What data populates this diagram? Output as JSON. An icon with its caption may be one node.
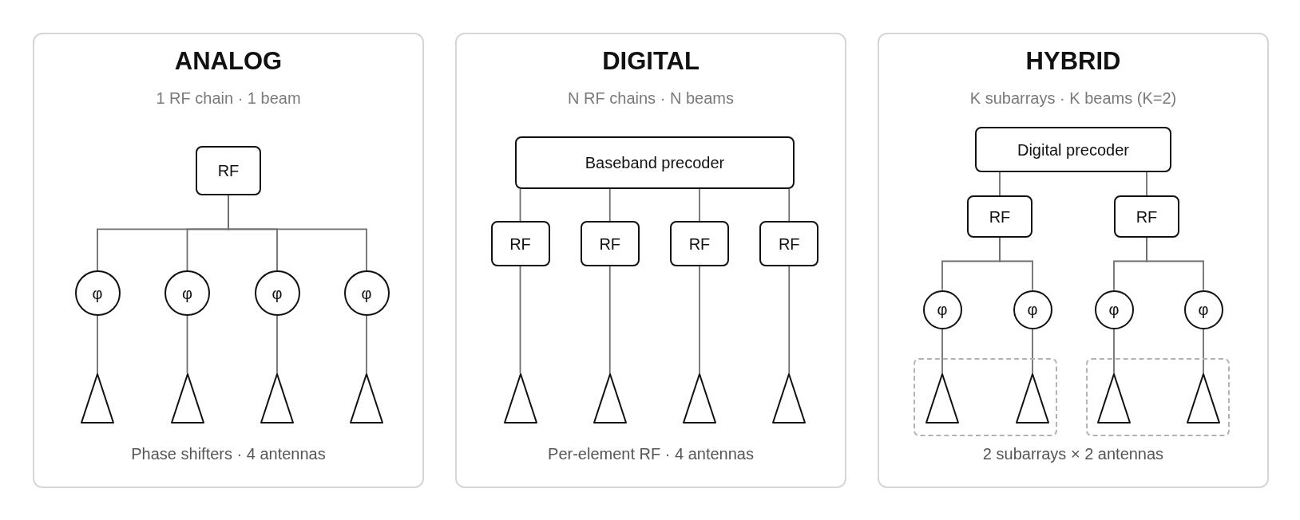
{
  "diagram": {
    "nodes": [
      {
        "text": [
          "ANALOG",
          "1 RF chain · 1 beam",
          "Phase shifters · 4 antennas"
        ]
      },
      {
        "text": [
          "RF"
        ],
        "in": 0
      },
      {
        "text": [
          "φ"
        ],
        "in": 0
      },
      {
        "text": [
          "φ"
        ],
        "in": 0
      },
      {
        "text": [
          "φ"
        ],
        "in": 0
      },
      {
        "text": [
          "φ"
        ],
        "in": 0
      },
      {
        "text": [],
        "shape": "triangle",
        "in": 0
      },
      {
        "text": [],
        "shape": "triangle",
        "in": 0
      },
      {
        "text": [],
        "shape": "triangle",
        "in": 0
      },
      {
        "text": [],
        "shape": "triangle",
        "in": 0
      },
      {
        "text": [
          "DIGITAL",
          "N RF chains · N beams",
          "Per-element RF · 4 antennas"
        ]
      },
      {
        "text": [
          "Baseband precoder"
        ],
        "in": 10
      },
      {
        "text": [
          "RF"
        ],
        "in": 10
      },
      {
        "text": [
          "RF"
        ],
        "in": 10
      },
      {
        "text": [
          "RF"
        ],
        "in": 10
      },
      {
        "text": [
          "RF"
        ],
        "in": 10
      },
      {
        "text": [],
        "shape": "triangle",
        "in": 10
      },
      {
        "text": [],
        "shape": "triangle",
        "in": 10
      },
      {
        "text": [],
        "shape": "triangle",
        "in": 10
      },
      {
        "text": [],
        "shape": "triangle",
        "in": 10
      },
      {
        "text": [
          "HYBRID",
          "K subarrays · K beams (K=2)",
          "2 subarrays × 2 antennas"
        ]
      },
      {
        "text": [
          "Digital precoder"
        ],
        "in": 20
      },
      {
        "text": [
          "RF"
        ],
        "in": 20
      },
      {
        "text": [
          "RF"
        ],
        "in": 20
      },
      {
        "text": [
          "φ"
        ],
        "in": 20
      },
      {
        "text": [
          "φ"
        ],
        "in": 20
      },
      {
        "text": [
          "φ"
        ],
        "in": 20
      },
      {
        "text": [
          "φ"
        ],
        "in": 20
      },
      {
        "text": [],
        "shape": "box",
        "in": 20
      },
      {
        "text": [],
        "shape": "triangle",
        "in": 28
      },
      {
        "text": [],
        "shape": "triangle",
        "in": 28
      },
      {
        "text": [],
        "shape": "box",
        "in": 20
      },
      {
        "text": [],
        "shape": "triangle",
        "in": 31
      },
      {
        "text": [],
        "shape": "triangle",
        "in": 31
      }
    ],
    "edges": [
      {
        "from": 1,
        "to": 2,
        "arrow": "none"
      },
      {
        "from": 1,
        "to": 3,
        "arrow": "none"
      },
      {
        "from": 1,
        "to": 4,
        "arrow": "none"
      },
      {
        "from": 1,
        "to": 5,
        "arrow": "none"
      },
      {
        "from": 2,
        "to": 6,
        "arrow": "none"
      },
      {
        "from": 3,
        "to": 7,
        "arrow": "none"
      },
      {
        "from": 4,
        "to": 8,
        "arrow": "none"
      },
      {
        "from": 5,
        "to": 9,
        "arrow": "none"
      },
      {
        "from": 11,
        "to": 12,
        "arrow": "none"
      },
      {
        "from": 11,
        "to": 13,
        "arrow": "none"
      },
      {
        "from": 11,
        "to": 14,
        "arrow": "none"
      },
      {
        "from": 11,
        "to": 15,
        "arrow": "none"
      },
      {
        "from": 12,
        "to": 16,
        "arrow": "none"
      },
      {
        "from": 13,
        "to": 17,
        "arrow": "none"
      },
      {
        "from": 14,
        "to": 18,
        "arrow": "none"
      },
      {
        "from": 15,
        "to": 19,
        "arrow": "none"
      },
      {
        "from": 21,
        "to": 22,
        "arrow": "none"
      },
      {
        "from": 21,
        "to": 23,
        "arrow": "none"
      },
      {
        "from": 22,
        "to": 24,
        "arrow": "none"
      },
      {
        "from": 22,
        "to": 25,
        "arrow": "none"
      },
      {
        "from": 23,
        "to": 26,
        "arrow": "none"
      },
      {
        "from": 23,
        "to": 27,
        "arrow": "none"
      },
      {
        "from": 24,
        "to": 29,
        "arrow": "none"
      },
      {
        "from": 25,
        "to": 30,
        "arrow": "none"
      },
      {
        "from": 26,
        "to": 32,
        "arrow": "none"
      },
      {
        "from": 27,
        "to": 33,
        "arrow": "none"
      }
    ]
  }
}
